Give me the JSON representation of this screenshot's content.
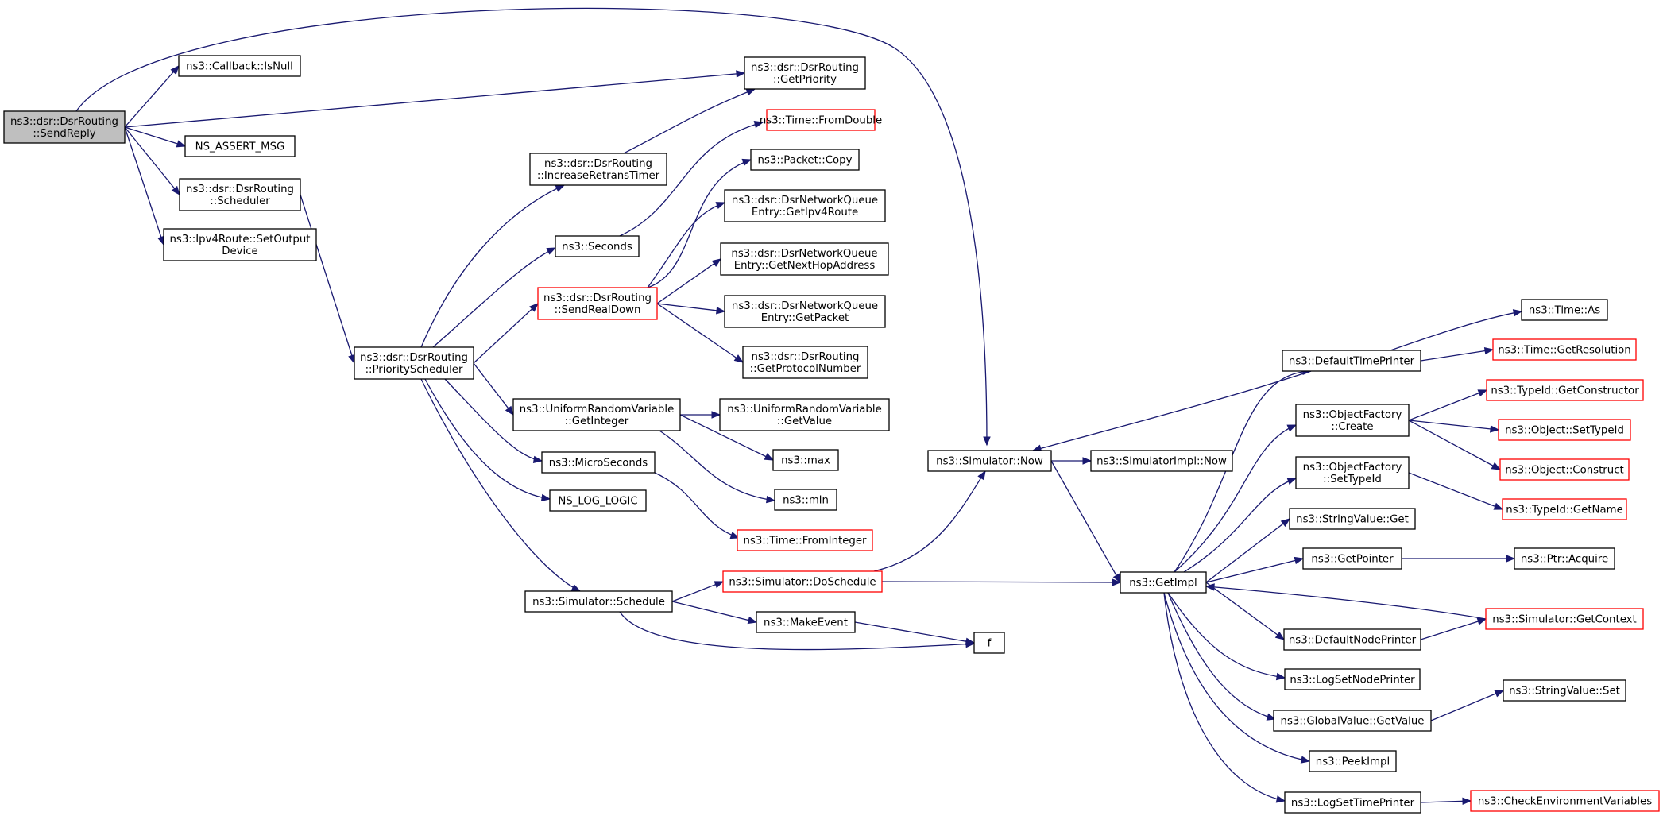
{
  "colors": {
    "edge": "#191970",
    "node_border": "#000000",
    "incomplete_border": "#ff0000",
    "root_fill": "#bfbfbf"
  },
  "nodes": [
    {
      "id": "sendreply",
      "lines": [
        "ns3::dsr::DsrRouting",
        "::SendReply"
      ],
      "style": "highlight"
    },
    {
      "id": "cbisnull",
      "lines": [
        "ns3::Callback::IsNull"
      ],
      "style": "normal"
    },
    {
      "id": "getpriority",
      "lines": [
        "ns3::dsr::DsrRouting",
        "::GetPriority"
      ],
      "style": "normal"
    },
    {
      "id": "assertmsg",
      "lines": [
        "NS_ASSERT_MSG"
      ],
      "style": "normal"
    },
    {
      "id": "scheduler",
      "lines": [
        "ns3::dsr::DsrRouting",
        "::Scheduler"
      ],
      "style": "normal"
    },
    {
      "id": "setoutput",
      "lines": [
        "ns3::Ipv4Route::SetOutput",
        "Device"
      ],
      "style": "normal"
    },
    {
      "id": "prioritysched",
      "lines": [
        "ns3::dsr::DsrRouting",
        "::PriorityScheduler"
      ],
      "style": "normal"
    },
    {
      "id": "increaseretrans",
      "lines": [
        "ns3::dsr::DsrRouting",
        "::IncreaseRetransTimer"
      ],
      "style": "normal"
    },
    {
      "id": "seconds",
      "lines": [
        "ns3::Seconds"
      ],
      "style": "normal"
    },
    {
      "id": "sendrealdown",
      "lines": [
        "ns3::dsr::DsrRouting",
        "::SendRealDown"
      ],
      "style": "red"
    },
    {
      "id": "urvgetinteger",
      "lines": [
        "ns3::UniformRandomVariable",
        "::GetInteger"
      ],
      "style": "normal"
    },
    {
      "id": "microseconds",
      "lines": [
        "ns3::MicroSeconds"
      ],
      "style": "normal"
    },
    {
      "id": "nsloglogic",
      "lines": [
        "NS_LOG_LOGIC"
      ],
      "style": "normal"
    },
    {
      "id": "simschedule",
      "lines": [
        "ns3::Simulator::Schedule"
      ],
      "style": "normal"
    },
    {
      "id": "fromdouble",
      "lines": [
        "ns3::Time::FromDouble"
      ],
      "style": "red"
    },
    {
      "id": "packetcopy",
      "lines": [
        "ns3::Packet::Copy"
      ],
      "style": "normal"
    },
    {
      "id": "getipv4route",
      "lines": [
        "ns3::dsr::DsrNetworkQueue",
        "Entry::GetIpv4Route"
      ],
      "style": "normal"
    },
    {
      "id": "getnexthop",
      "lines": [
        "ns3::dsr::DsrNetworkQueue",
        "Entry::GetNextHopAddress"
      ],
      "style": "normal"
    },
    {
      "id": "getpacket",
      "lines": [
        "ns3::dsr::DsrNetworkQueue",
        "Entry::GetPacket"
      ],
      "style": "normal"
    },
    {
      "id": "getprotocol",
      "lines": [
        "ns3::dsr::DsrRouting",
        "::GetProtocolNumber"
      ],
      "style": "normal"
    },
    {
      "id": "urvgetvalue",
      "lines": [
        "ns3::UniformRandomVariable",
        "::GetValue"
      ],
      "style": "normal"
    },
    {
      "id": "max",
      "lines": [
        "ns3::max"
      ],
      "style": "normal"
    },
    {
      "id": "min",
      "lines": [
        "ns3::min"
      ],
      "style": "normal"
    },
    {
      "id": "frominteger",
      "lines": [
        "ns3::Time::FromInteger"
      ],
      "style": "red"
    },
    {
      "id": "doschedule",
      "lines": [
        "ns3::Simulator::DoSchedule"
      ],
      "style": "red"
    },
    {
      "id": "makeevent",
      "lines": [
        "ns3::MakeEvent"
      ],
      "style": "normal"
    },
    {
      "id": "f",
      "lines": [
        "f"
      ],
      "style": "normal"
    },
    {
      "id": "simnow",
      "lines": [
        "ns3::Simulator::Now"
      ],
      "style": "normal"
    },
    {
      "id": "simimplnow",
      "lines": [
        "ns3::SimulatorImpl::Now"
      ],
      "style": "normal"
    },
    {
      "id": "getimpl",
      "lines": [
        "ns3::GetImpl"
      ],
      "style": "normal"
    },
    {
      "id": "deftimeprinter",
      "lines": [
        "ns3::DefaultTimePrinter"
      ],
      "style": "normal"
    },
    {
      "id": "objfactcreate",
      "lines": [
        "ns3::ObjectFactory",
        "::Create"
      ],
      "style": "normal"
    },
    {
      "id": "objfactsettypeid",
      "lines": [
        "ns3::ObjectFactory",
        "::SetTypeId"
      ],
      "style": "normal"
    },
    {
      "id": "stringvalueget",
      "lines": [
        "ns3::StringValue::Get"
      ],
      "style": "normal"
    },
    {
      "id": "getpointer",
      "lines": [
        "ns3::GetPointer"
      ],
      "style": "normal"
    },
    {
      "id": "defnodeprinter",
      "lines": [
        "ns3::DefaultNodePrinter"
      ],
      "style": "normal"
    },
    {
      "id": "logsetnodeprinter",
      "lines": [
        "ns3::LogSetNodePrinter"
      ],
      "style": "normal"
    },
    {
      "id": "gvgetvalue",
      "lines": [
        "ns3::GlobalValue::GetValue"
      ],
      "style": "normal"
    },
    {
      "id": "peekimpl",
      "lines": [
        "ns3::PeekImpl"
      ],
      "style": "normal"
    },
    {
      "id": "logsettimeprinter",
      "lines": [
        "ns3::LogSetTimePrinter"
      ],
      "style": "normal"
    },
    {
      "id": "timeas",
      "lines": [
        "ns3::Time::As"
      ],
      "style": "normal"
    },
    {
      "id": "getresolution",
      "lines": [
        "ns3::Time::GetResolution"
      ],
      "style": "red"
    },
    {
      "id": "getconstructor",
      "lines": [
        "ns3::TypeId::GetConstructor"
      ],
      "style": "red"
    },
    {
      "id": "objsettypeid",
      "lines": [
        "ns3::Object::SetTypeId"
      ],
      "style": "red"
    },
    {
      "id": "objconstruct",
      "lines": [
        "ns3::Object::Construct"
      ],
      "style": "red"
    },
    {
      "id": "typeidgetname",
      "lines": [
        "ns3::TypeId::GetName"
      ],
      "style": "red"
    },
    {
      "id": "ptracquire",
      "lines": [
        "ns3::Ptr::Acquire"
      ],
      "style": "normal"
    },
    {
      "id": "simgetcontext",
      "lines": [
        "ns3::Simulator::GetContext"
      ],
      "style": "red"
    },
    {
      "id": "stringvalueset",
      "lines": [
        "ns3::StringValue::Set"
      ],
      "style": "normal"
    },
    {
      "id": "checkenv",
      "lines": [
        "ns3::CheckEnvironmentVariables"
      ],
      "style": "red"
    }
  ],
  "edges": [
    [
      "sendreply",
      "cbisnull"
    ],
    [
      "sendreply",
      "getpriority"
    ],
    [
      "sendreply",
      "assertmsg"
    ],
    [
      "sendreply",
      "scheduler"
    ],
    [
      "sendreply",
      "setoutput"
    ],
    [
      "sendreply",
      "simnow"
    ],
    [
      "scheduler",
      "prioritysched"
    ],
    [
      "prioritysched",
      "increaseretrans"
    ],
    [
      "prioritysched",
      "seconds"
    ],
    [
      "prioritysched",
      "sendrealdown"
    ],
    [
      "prioritysched",
      "urvgetinteger"
    ],
    [
      "prioritysched",
      "microseconds"
    ],
    [
      "prioritysched",
      "nsloglogic"
    ],
    [
      "prioritysched",
      "simschedule"
    ],
    [
      "increaseretrans",
      "getpriority"
    ],
    [
      "seconds",
      "fromdouble"
    ],
    [
      "sendrealdown",
      "packetcopy"
    ],
    [
      "sendrealdown",
      "getipv4route"
    ],
    [
      "sendrealdown",
      "getnexthop"
    ],
    [
      "sendrealdown",
      "getpacket"
    ],
    [
      "sendrealdown",
      "getprotocol"
    ],
    [
      "urvgetinteger",
      "urvgetvalue"
    ],
    [
      "urvgetinteger",
      "max"
    ],
    [
      "urvgetinteger",
      "min"
    ],
    [
      "microseconds",
      "frominteger"
    ],
    [
      "simschedule",
      "doschedule"
    ],
    [
      "simschedule",
      "makeevent"
    ],
    [
      "simschedule",
      "f"
    ],
    [
      "makeevent",
      "f"
    ],
    [
      "doschedule",
      "simnow"
    ],
    [
      "doschedule",
      "getimpl"
    ],
    [
      "simnow",
      "simimplnow"
    ],
    [
      "simnow",
      "getimpl"
    ],
    [
      "getimpl",
      "deftimeprinter"
    ],
    [
      "getimpl",
      "objfactcreate"
    ],
    [
      "getimpl",
      "objfactsettypeid"
    ],
    [
      "getimpl",
      "stringvalueget"
    ],
    [
      "getimpl",
      "getpointer"
    ],
    [
      "getimpl",
      "defnodeprinter"
    ],
    [
      "getimpl",
      "logsetnodeprinter"
    ],
    [
      "getimpl",
      "gvgetvalue"
    ],
    [
      "getimpl",
      "peekimpl"
    ],
    [
      "getimpl",
      "logsettimeprinter"
    ],
    [
      "deftimeprinter",
      "timeas"
    ],
    [
      "deftimeprinter",
      "getresolution"
    ],
    [
      "deftimeprinter",
      "simnow"
    ],
    [
      "objfactcreate",
      "getconstructor"
    ],
    [
      "objfactcreate",
      "objsettypeid"
    ],
    [
      "objfactcreate",
      "objconstruct"
    ],
    [
      "objfactsettypeid",
      "typeidgetname"
    ],
    [
      "getpointer",
      "ptracquire"
    ],
    [
      "defnodeprinter",
      "simgetcontext"
    ],
    [
      "simgetcontext",
      "getimpl"
    ],
    [
      "gvgetvalue",
      "stringvalueset"
    ],
    [
      "logsettimeprinter",
      "checkenv"
    ]
  ]
}
